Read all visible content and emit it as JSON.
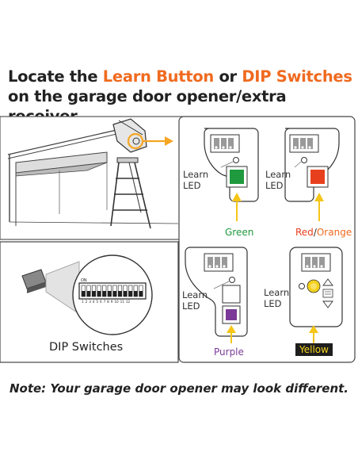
{
  "headline": {
    "part1": "Locate the ",
    "learn_button": "Learn Button",
    "part2": " or ",
    "dip_switches": "DIP Switches",
    "part3": " on the garage door opener/extra receiver."
  },
  "led_label_line1": "Learn",
  "led_label_line2": "LED",
  "captions": {
    "green": "Green",
    "red": "Red",
    "slash": "/",
    "orange": "Orange",
    "purple": "Purple",
    "yellow": "Yellow"
  },
  "dip": {
    "label": "DIP Switches",
    "on_text": "ON",
    "numbers": "1 2 3 4 5 6 7 8 9 10 11 12"
  },
  "note": "Note: Your garage door opener may look different.",
  "colors": {
    "accent_orange": "#f06a1f",
    "green": "#1f9a3e",
    "red": "#e8401e",
    "purple": "#7b3a97",
    "yellow": "#f5d21b"
  }
}
